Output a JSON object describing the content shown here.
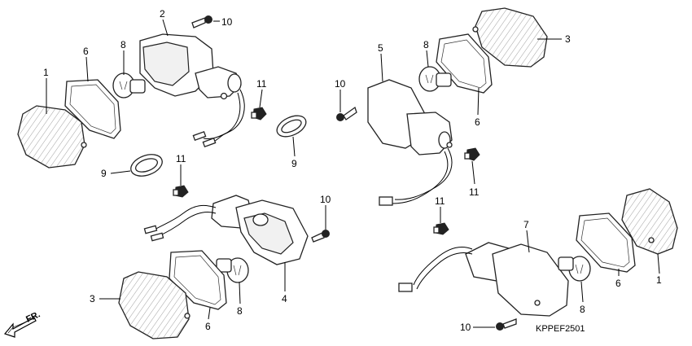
{
  "diagram": {
    "code": "KPPEF2501",
    "direction_label": "FR.",
    "callouts": {
      "lens_left": "1",
      "lens_right": "1",
      "housing_front_left": "2",
      "lens_top_right": "3",
      "lens_bottom_left": "3",
      "housing_rear_left": "4",
      "housing_front_right": "5",
      "gasket_top_left": "6",
      "gasket_top_right": "6",
      "gasket_bottom_left": "6",
      "gasket_bottom_right": "6",
      "housing_rear_right": "7",
      "bulb_top_left": "8",
      "bulb_top_right": "8",
      "bulb_bottom_left": "8",
      "bulb_bottom_right": "8",
      "ring_right": "9",
      "ring_left": "9",
      "screw_top_left": "10",
      "screw_mid_right": "10",
      "screw_mid_center": "10",
      "screw_bottom": "10",
      "nut_top_left": "11",
      "nut_mid_left": "11",
      "nut_right": "11",
      "nut_mid_right": "11"
    }
  }
}
